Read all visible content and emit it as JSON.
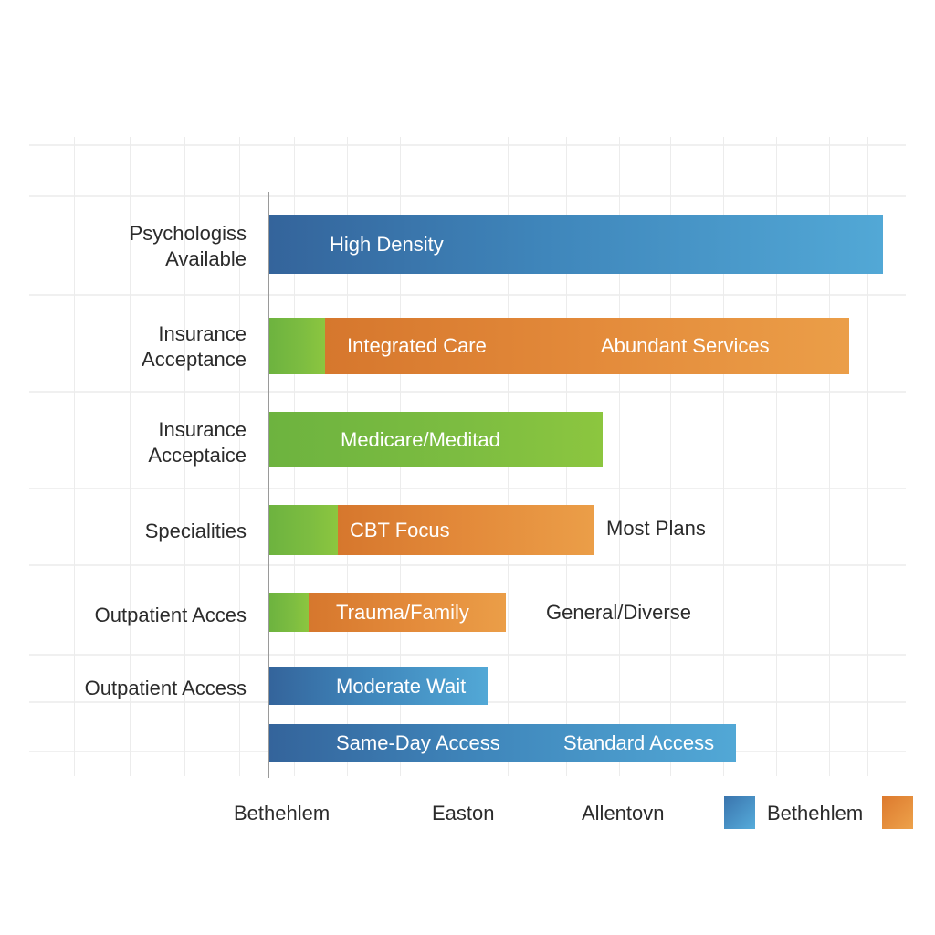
{
  "chart_data": {
    "type": "bar",
    "orientation": "horizontal",
    "stacked": true,
    "title": "",
    "xlabel": "",
    "ylabel": "",
    "grid": true,
    "categories": [
      "Psychologiss Available",
      "Insurance Acceptance",
      "Insurance Acceptaice",
      "Specialities",
      "Outpatient Acces",
      "Outpatient Access",
      ""
    ],
    "bars": [
      {
        "category": "Psychologiss Available",
        "segments": [
          {
            "color": "blue",
            "length": 672,
            "label": "High Density"
          }
        ]
      },
      {
        "category": "Insurance Acceptance",
        "segments": [
          {
            "color": "green",
            "length": 61,
            "label": ""
          },
          {
            "color": "orange",
            "length": 574,
            "label": "Integrated Care",
            "label2": "Abundant Services"
          }
        ]
      },
      {
        "category": "Insurance Acceptaice",
        "segments": [
          {
            "color": "green",
            "length": 365,
            "label": "Medicare/Meditad"
          }
        ]
      },
      {
        "category": "Specialities",
        "segments": [
          {
            "color": "green",
            "length": 75,
            "label": ""
          },
          {
            "color": "orange",
            "length": 280,
            "label": "CBT Focus"
          }
        ],
        "outside_label": "Most Plans"
      },
      {
        "category": "Outpatient Acces",
        "segments": [
          {
            "color": "green",
            "length": 43,
            "label": ""
          },
          {
            "color": "orange",
            "length": 216,
            "label": "Trauma/Family"
          }
        ],
        "outside_label": "General/Diverse"
      },
      {
        "category": "Outpatient Access",
        "segments": [
          {
            "color": "blue",
            "length": 239,
            "label": "Moderate Wait"
          }
        ]
      },
      {
        "category": "",
        "segments": [
          {
            "color": "blue",
            "length": 511,
            "label": "Same-Day Access",
            "label2": "Standard Access"
          }
        ]
      }
    ],
    "x_tick_labels": [
      "Bethehlem",
      "Easton",
      "Allentovn"
    ],
    "legend": [
      {
        "label": "Bethehlem",
        "color": "#3f86bb"
      },
      {
        "label": "",
        "color": "#e38a3a"
      }
    ],
    "legend_position": "bottom-right"
  },
  "colors": {
    "blue": "#3f86bb",
    "orange": "#e38a3a",
    "green": "#7dbd41"
  },
  "labels": {
    "y": [
      "Psychologiss",
      "Available",
      "Insurance",
      "Acceptance",
      "Insurance",
      "Acceptaice",
      "Specialities",
      "Outpatient Acces",
      "Outpatient Access"
    ],
    "bars": {
      "b1": "High Density",
      "b2a": "Integrated Care",
      "b2b": "Abundant Services",
      "b3": "Medicare/Meditad",
      "b4": "CBT Focus",
      "b4out": "Most Plans",
      "b5": "Trauma/Family",
      "b5out": "General/Diverse",
      "b6": "Moderate Wait",
      "b7a": "Same-Day Access",
      "b7b": "Standard Access"
    },
    "x": [
      "Bethehlem",
      "Easton",
      "Allentovn"
    ],
    "legend": [
      "Bethehlem"
    ]
  }
}
